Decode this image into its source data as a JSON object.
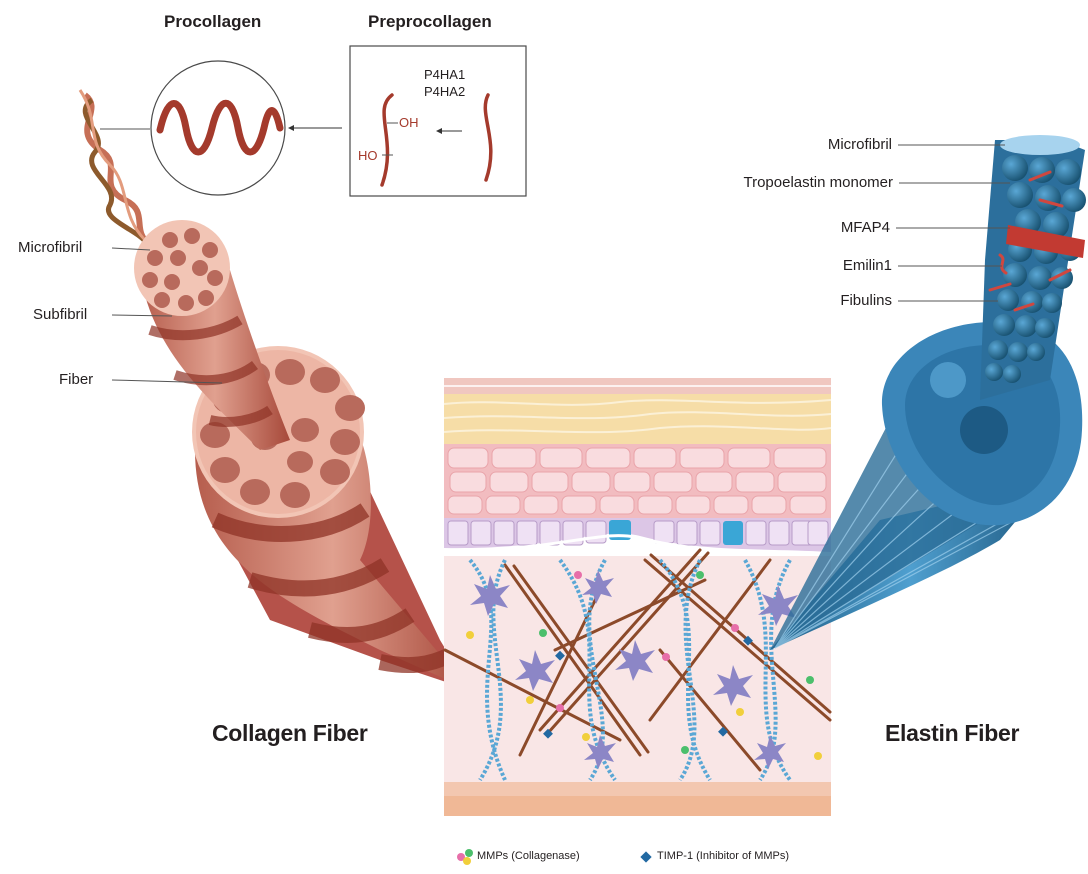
{
  "titles": {
    "procollagen": "Procollagen",
    "preprocollagen": "Preprocollagen"
  },
  "enzymes": [
    "P4HA1",
    "P4HA2"
  ],
  "chem": {
    "oh": "OH",
    "ho": "HO"
  },
  "collagen_labels": [
    "Microfibril",
    "Subfibril",
    "Fiber"
  ],
  "elastin_labels": [
    "Microfibril",
    "Tropoelastin monomer",
    "MFAP4",
    "Emilin1",
    "Fibulins"
  ],
  "main": {
    "collagen": "Collagen Fiber",
    "elastin": "Elastin Fiber"
  },
  "legend": {
    "mmps": "MMPs (Collagenase)",
    "timp": "TIMP-1 (Inhibitor of MMPs)"
  },
  "colors": {
    "collagen_red": "#a43a2c",
    "collagen_tan": "#d9897a",
    "elastin_blue": "#2d6f98",
    "elastin_light": "#5aa7d5",
    "skin_pink": "#f2cdc8",
    "skin_yellow": "#f6dda7",
    "dermis": "#f9e6e6"
  }
}
